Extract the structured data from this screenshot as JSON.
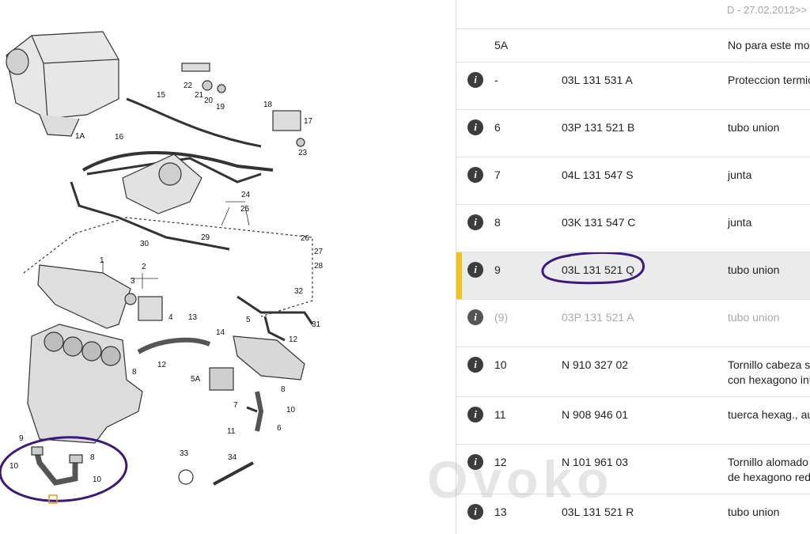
{
  "diagram": {
    "callouts": [
      "1A",
      "15",
      "16",
      "22",
      "21",
      "20",
      "19",
      "18",
      "17",
      "23",
      "24",
      "25",
      "26",
      "27",
      "28",
      "29",
      "30",
      "1",
      "2",
      "3",
      "4",
      "32",
      "31",
      "13",
      "14",
      "5",
      "12",
      "12",
      "8",
      "5A",
      "8",
      "7",
      "10",
      "11",
      "6",
      "9",
      "10",
      "8",
      "10",
      "33",
      "34"
    ]
  },
  "parts": {
    "header_date": "D - 27.02.2012>>",
    "rows": [
      {
        "pos": "5A",
        "number": "",
        "desc_line1": "No para este mod",
        "desc_line2": "",
        "info": ""
      },
      {
        "pos": "-",
        "number": "03L 131 531 A",
        "desc_line1": "Proteccion termic",
        "desc_line2": "",
        "info": "i"
      },
      {
        "pos": "6",
        "number": "03P 131 521 B",
        "desc_line1": "tubo union",
        "desc_line2": "",
        "info": "i"
      },
      {
        "pos": "7",
        "number": "04L 131 547 S",
        "desc_line1": "junta",
        "desc_line2": "",
        "info": "i"
      },
      {
        "pos": "8",
        "number": "03K 131 547 C",
        "desc_line1": "junta",
        "desc_line2": "",
        "info": "i"
      },
      {
        "pos": "9",
        "number": "03L 131 521 Q",
        "desc_line1": "tubo union",
        "desc_line2": "",
        "info": "i"
      },
      {
        "pos": "(9)",
        "number": "03P 131 521 A",
        "desc_line1": "tubo union",
        "desc_line2": "",
        "info": "i"
      },
      {
        "pos": "10",
        "number": "N   910 327 02",
        "desc_line1": "Tornillo cabeza s",
        "desc_line2": "con hexagono int",
        "info": "i"
      },
      {
        "pos": "11",
        "number": "N   908 946 01",
        "desc_line1": "tuerca hexag., au",
        "desc_line2": "",
        "info": "i"
      },
      {
        "pos": "12",
        "number": "N   101 961 03",
        "desc_line1": "Tornillo alomado",
        "desc_line2": "de hexagono red",
        "info": "i"
      },
      {
        "pos": "13",
        "number": "03L 131 521 R",
        "desc_line1": "tubo union",
        "desc_line2": "",
        "info": "i"
      }
    ]
  },
  "watermark": "Ovoko",
  "colors": {
    "highlight_bar": "#f0c419",
    "annotation": "#3a1a7a",
    "info_icon": "#3c3c3c"
  }
}
